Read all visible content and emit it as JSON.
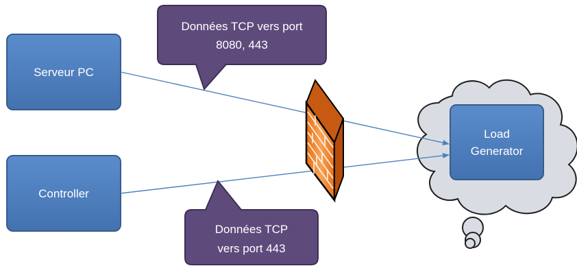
{
  "nodes": {
    "server_pc": {
      "label": "Serveur PC"
    },
    "controller": {
      "label": "Controller"
    },
    "load_generator": {
      "label_line1": "Load",
      "label_line2": "Generator"
    }
  },
  "callouts": {
    "top": {
      "line1": "Données TCP vers port",
      "line2": "8080, 443"
    },
    "bottom": {
      "line1": "Données TCP",
      "line2": "vers port 443"
    }
  },
  "colors": {
    "box_fill": "#4f81bd",
    "box_stroke": "#385d8a",
    "callout_fill": "#5f4a7c",
    "callout_stroke": "#3d2f55",
    "cloud_fill": "#d9dde3",
    "cloud_stroke": "#1f1f1f",
    "arrow": "#4f81bd",
    "firewall_fill": "#f58a2c",
    "firewall_lines": "#ffffff"
  },
  "icons": {
    "firewall": "firewall-icon",
    "cloud": "cloud-icon"
  }
}
